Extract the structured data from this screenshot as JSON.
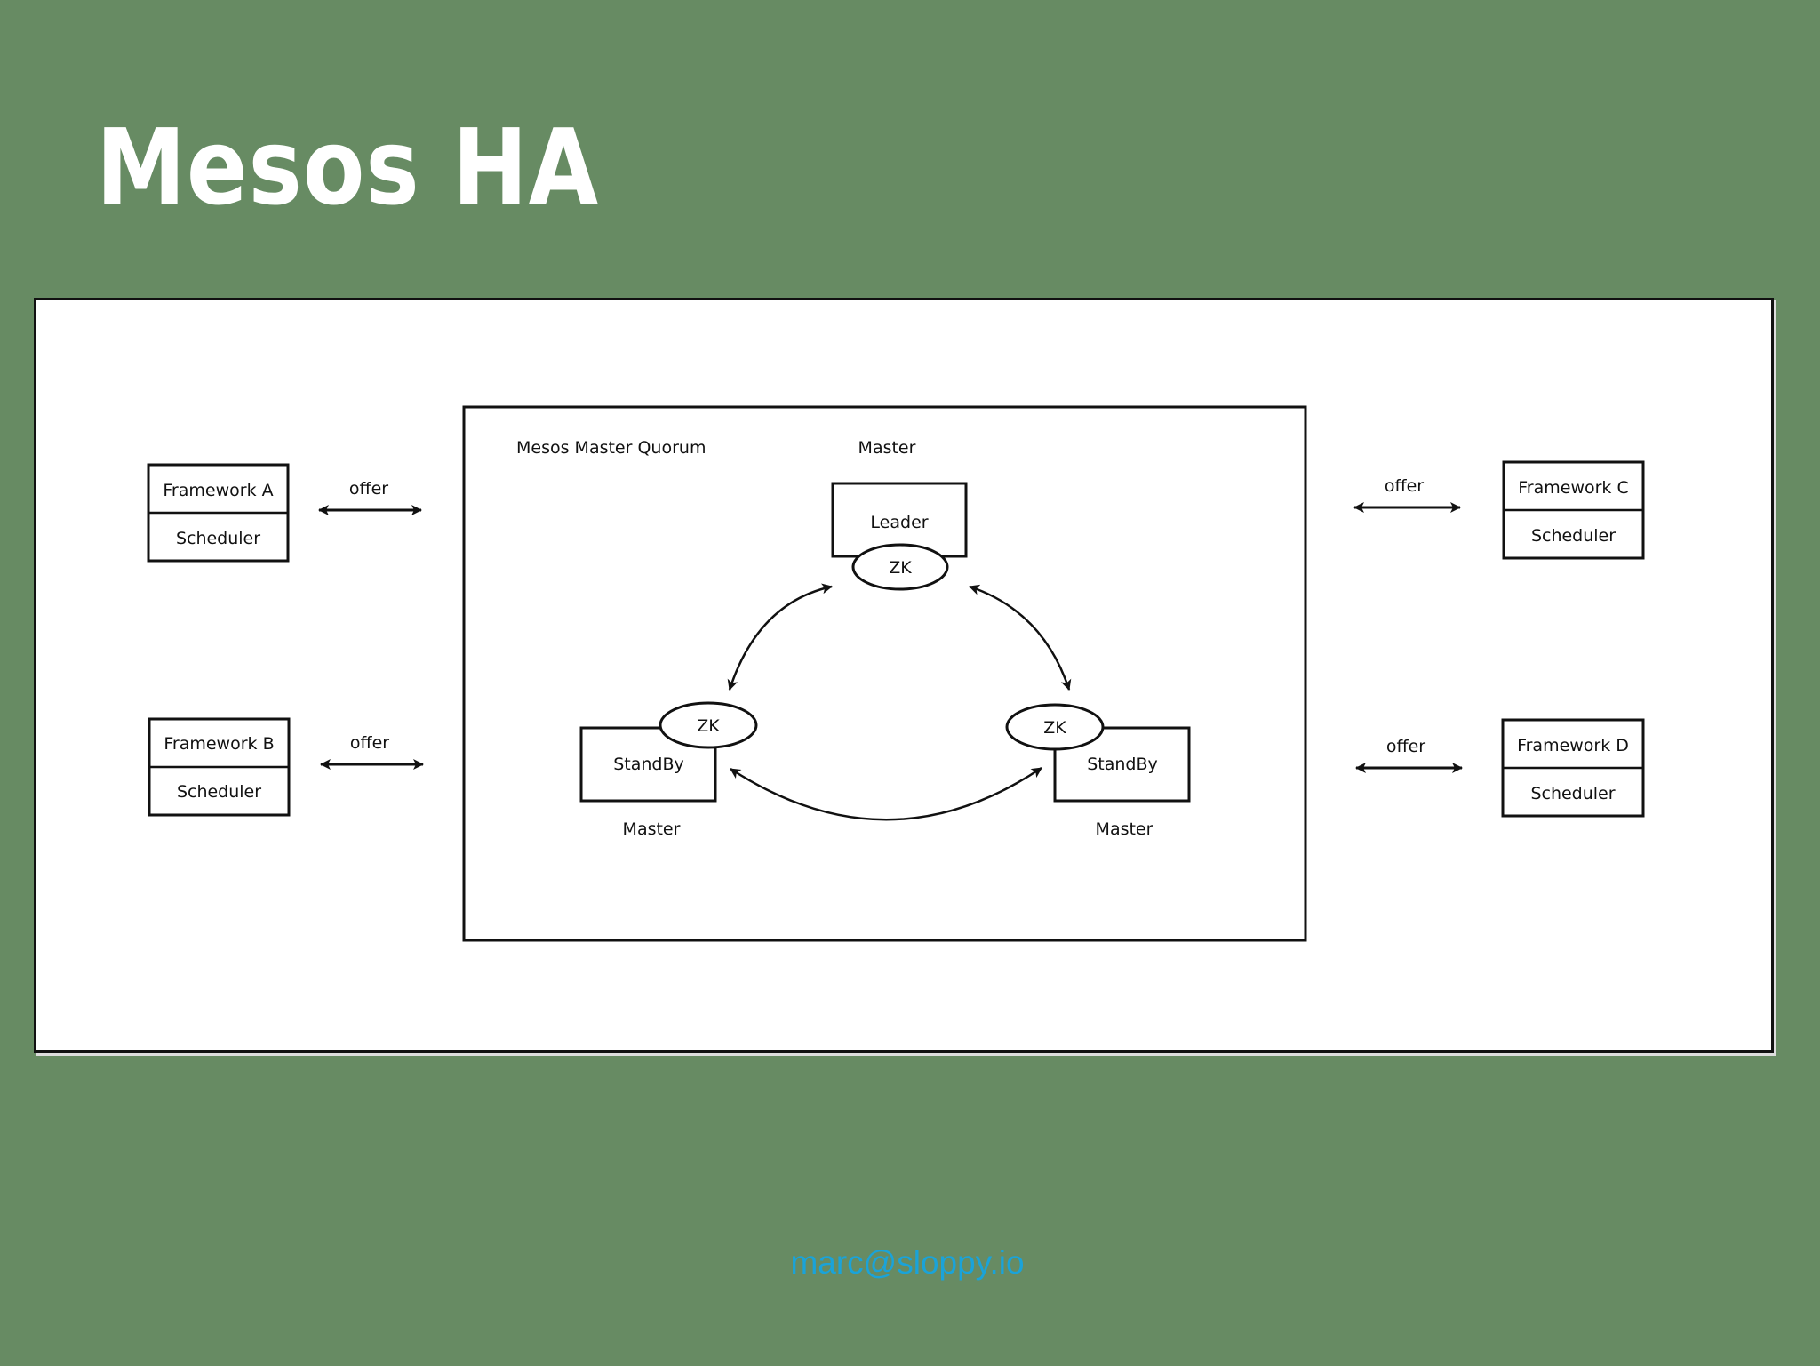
{
  "title": "Mesos HA",
  "diagram": {
    "quorum_label": "Mesos Master Quorum",
    "frameworks": [
      {
        "name": "Framework A",
        "role": "Scheduler",
        "link": "offer"
      },
      {
        "name": "Framework B",
        "role": "Scheduler",
        "link": "offer"
      },
      {
        "name": "Framework C",
        "role": "Scheduler",
        "link": "offer"
      },
      {
        "name": "Framework D",
        "role": "Scheduler",
        "link": "offer"
      }
    ],
    "masters": {
      "leader": {
        "caption": "Master",
        "state": "Leader",
        "zk": "ZK"
      },
      "standby_left": {
        "caption": "Master",
        "state": "StandBy",
        "zk": "ZK"
      },
      "standby_right": {
        "caption": "Master",
        "state": "StandBy",
        "zk": "ZK"
      }
    }
  },
  "footer": {
    "email": "marc@sloppy.io"
  }
}
